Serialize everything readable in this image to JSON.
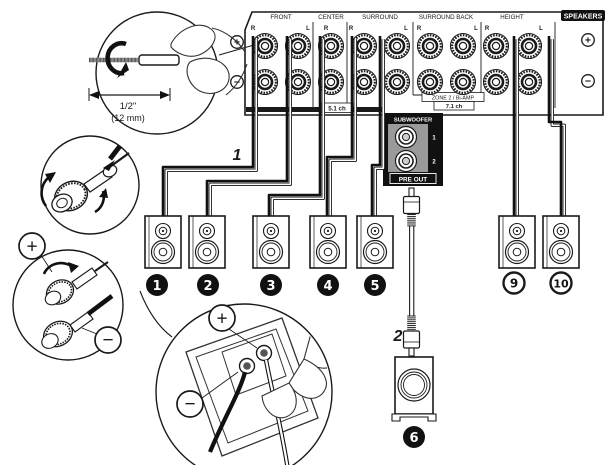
{
  "panel": {
    "section_labels": [
      "FRONT",
      "CENTER",
      "SURROUND",
      "SURROUND BACK",
      "HEIGHT"
    ],
    "channel_labels": [
      "R",
      "L",
      "R",
      "R",
      "L",
      "R",
      "L",
      "R",
      "L"
    ],
    "speakers_badge": "SPEAKERS",
    "bracket_5_1": "5.1 ch",
    "zone2_label": "ZONE 2 / Bi-AMP",
    "bracket_7_1": "7.1 ch"
  },
  "subwoofer_block": {
    "title": "SUBWOOFER",
    "jack1_label": "1",
    "jack2_label": "2",
    "preout_label": "PRE OUT"
  },
  "steps": {
    "step1": "1",
    "step2": "2"
  },
  "strip_note": {
    "imperial": "1/2\"",
    "metric": "(12 mm)"
  },
  "speaker_badges": [
    "1",
    "2",
    "3",
    "4",
    "5",
    "6",
    "9",
    "10"
  ],
  "symbols": {
    "plus": "+",
    "minus": "−"
  },
  "colors": {
    "line": "#1a1a1a",
    "block_bg": "#111111",
    "jack_panel": "#9a9a9a",
    "bg": "#ffffff"
  }
}
